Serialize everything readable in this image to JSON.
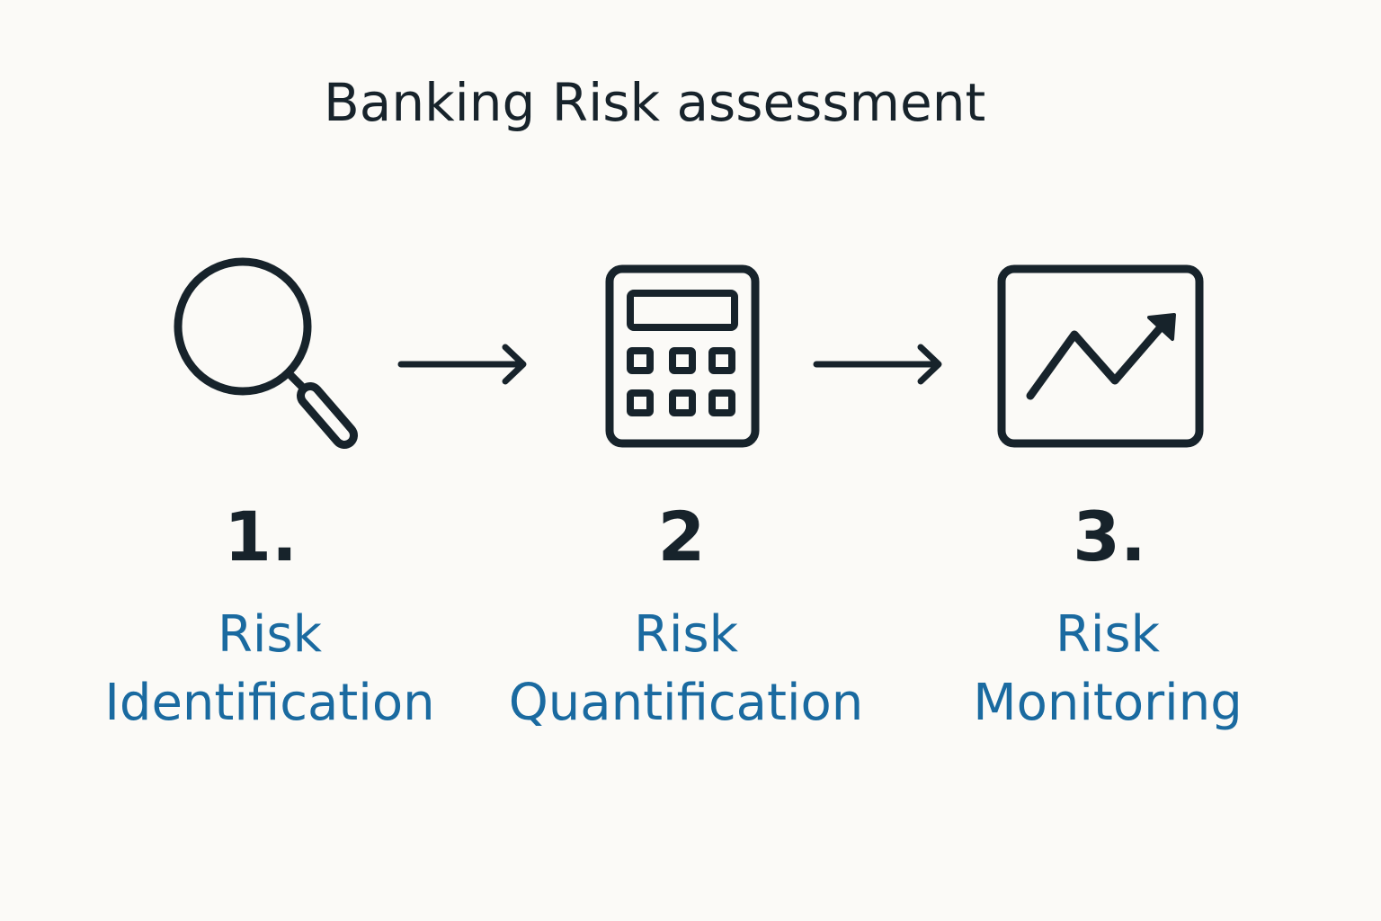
{
  "title": "Banking Risk assessment",
  "colors": {
    "background": "#fbfaf7",
    "ink": "#17232b",
    "accent": "#1a6aa0"
  },
  "steps": [
    {
      "number": "1.",
      "line1": "Risk",
      "line2": "Identification",
      "icon": "magnifying-glass-icon"
    },
    {
      "number": "2",
      "line1": "Risk",
      "line2": "Quantification",
      "icon": "calculator-icon"
    },
    {
      "number": "3.",
      "line1": "Risk",
      "line2": "Monitoring",
      "icon": "trend-chart-icon"
    }
  ]
}
